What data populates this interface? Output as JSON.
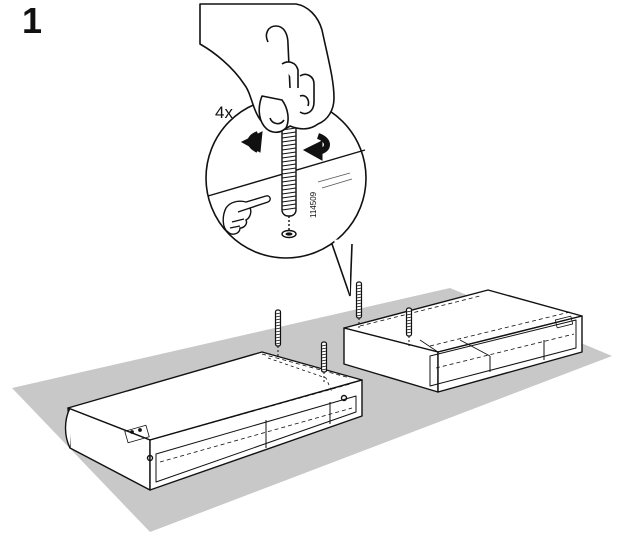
{
  "step": {
    "number": "1"
  },
  "callout": {
    "quantity": "4x",
    "part_number": "114509"
  },
  "colors": {
    "ink": "#111111",
    "floor": "#c8c8c8",
    "panel": "#ffffff"
  }
}
